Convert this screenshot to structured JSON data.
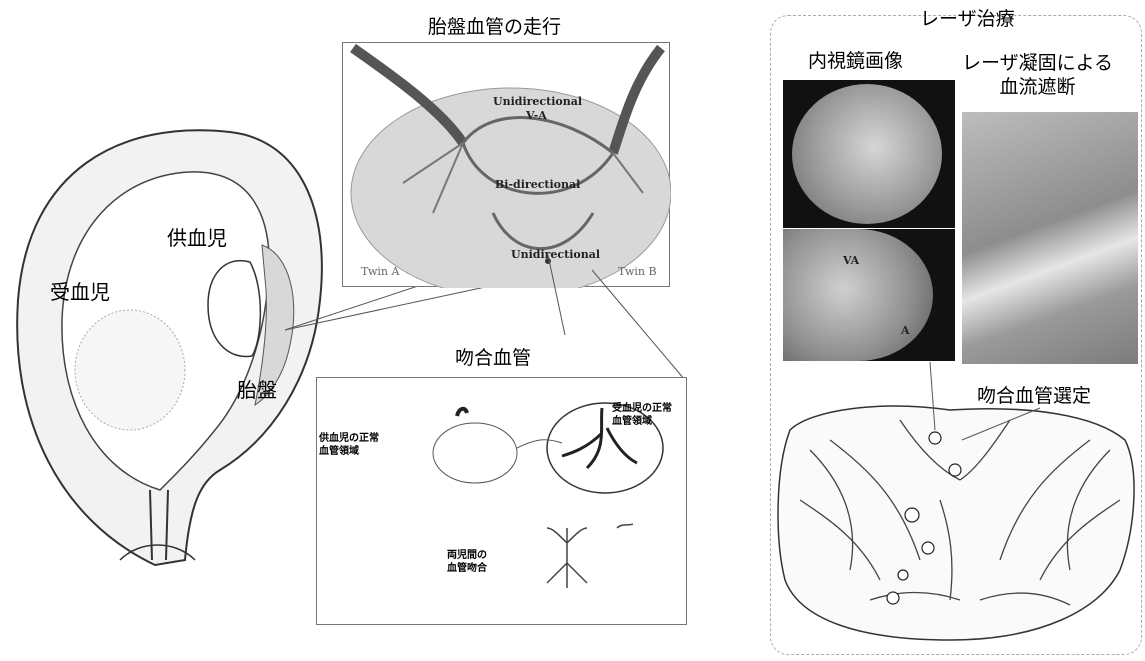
{
  "left_figure": {
    "recipient_label": "受血児",
    "donor_label": "供血児",
    "placenta_label": "胎盤"
  },
  "vessel_course": {
    "title": "胎盤血管の走行",
    "unidirectional_top": "Unidirectional",
    "unidirectional_top_sub": "V-A",
    "bidirectional": "Bi-directional",
    "unidirectional_bottom": "Unidirectional",
    "twin_a": "Twin A",
    "twin_b": "Twin B"
  },
  "anastomosis": {
    "title": "吻合血管",
    "donor_territory": "供血児の正常\n血管領域",
    "recipient_territory": "受血児の正常\n血管領域",
    "inter_twin": "両児間の\n血管吻合"
  },
  "laser": {
    "title": "レーザ治療",
    "endoscope_title": "内視鏡画像",
    "coagulation_title": "レーザ凝固による\n血流遮断",
    "selection_label": "吻合血管選定",
    "endo_mark_1": "VA",
    "endo_mark_2": "A"
  },
  "colors": {
    "placenta_fill": "#d8d8d8",
    "endoscope_dark": "#111111",
    "panel_border": "#777777"
  }
}
